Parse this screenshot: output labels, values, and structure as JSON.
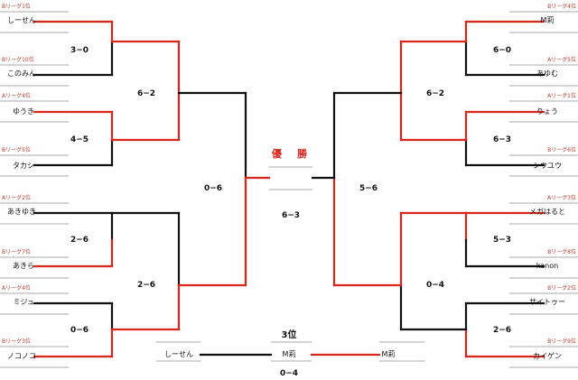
{
  "colors": {
    "win": "#d9261c",
    "lose": "#111111",
    "rule": "#555555",
    "seed": "#c0392b"
  },
  "left": {
    "players": [
      {
        "seed": "Bリーグ1位",
        "name": "しーせん"
      },
      {
        "seed": "Bリーグ10位",
        "name": "このみん"
      },
      {
        "seed": "Aリーグ4位",
        "name": "ゆうき"
      },
      {
        "seed": "Bリーグ5位",
        "name": "タカシ"
      },
      {
        "seed": "Aリーグ2位",
        "name": "あきゆき"
      },
      {
        "seed": "Bリーグ7位",
        "name": "あきら"
      },
      {
        "seed": "Aリーグ4位",
        "name": "ミジュ"
      },
      {
        "seed": "Bリーグ3位",
        "name": "ノコノコ"
      }
    ],
    "round1": [
      "3−0",
      "4−5",
      "2−6",
      "0−6"
    ],
    "round2": [
      "6−2",
      "2−6"
    ],
    "semi": "0−6"
  },
  "right": {
    "players": [
      {
        "seed": "Bリーグ4位",
        "name": "M莉"
      },
      {
        "seed": "Aリーグ5位",
        "name": "あゆむ"
      },
      {
        "seed": "Aリーグ1位",
        "name": "りょう"
      },
      {
        "seed": "Bリーグ6位",
        "name": "シウユウ"
      },
      {
        "seed": "Aリーグ3位",
        "name": "メガはると"
      },
      {
        "seed": "Bリーグ8位",
        "name": "kanon"
      },
      {
        "seed": "Bリーグ2位",
        "name": "サイトゥー"
      },
      {
        "seed": "Bリーグ9位",
        "name": "カイゲン"
      }
    ],
    "round1": [
      "6−0",
      "6−3",
      "5−3",
      "2−6"
    ],
    "round2": [
      "6−2",
      "0−4"
    ],
    "semi": "5−6"
  },
  "final": {
    "title": "優　勝",
    "score": "6−3"
  },
  "third_place": {
    "title": "3位",
    "left_name": "しーせん",
    "center_name": "M莉",
    "right_name": "M莉",
    "score": "0−4"
  }
}
